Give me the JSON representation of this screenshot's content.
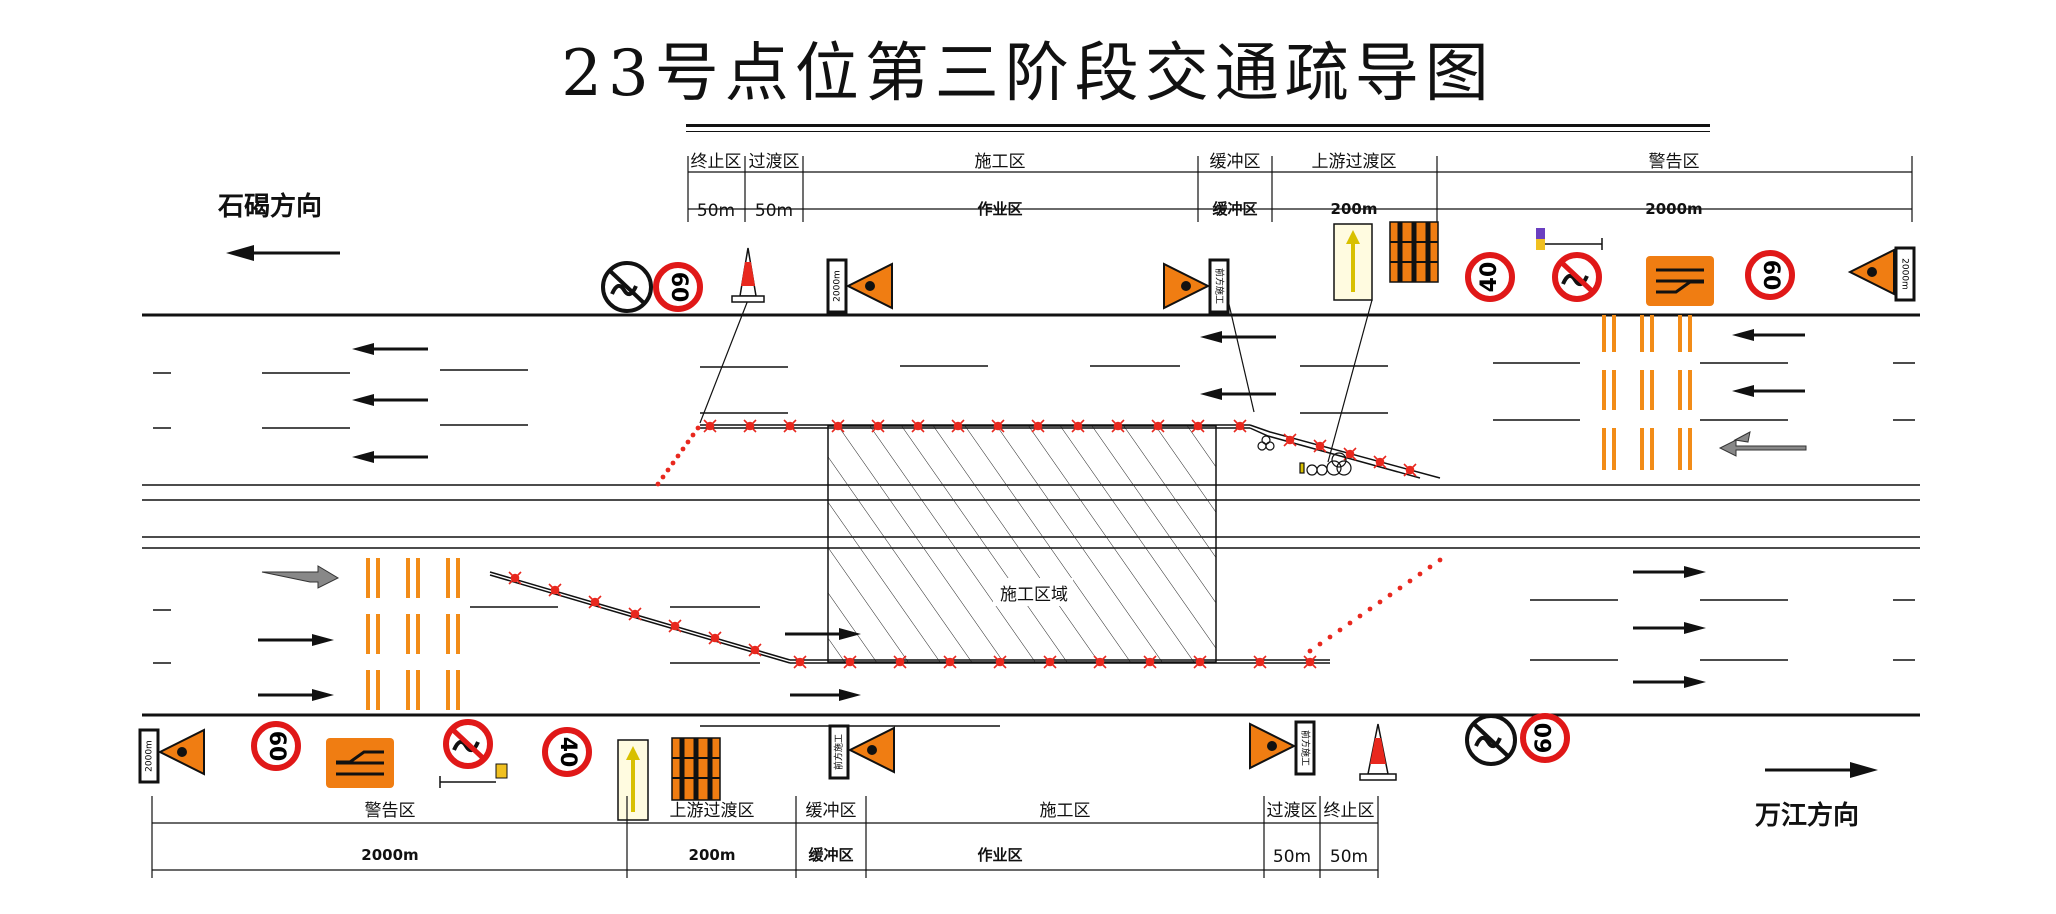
{
  "title": "23号点位第三阶段交通疏导图",
  "directions": {
    "left": "石碣方向",
    "right": "万江方向"
  },
  "work_area_label": "施工区域",
  "top_zones": {
    "row1": [
      "终止区",
      "过渡区",
      "施工区",
      "缓冲区",
      "上游过渡区",
      "警告区"
    ],
    "row2": [
      "50m",
      "50m",
      "作业区",
      "缓冲区",
      "200m",
      "2000m"
    ]
  },
  "bottom_zones": {
    "row1": [
      "警告区",
      "上游过渡区",
      "缓冲区",
      "施工区",
      "过渡区",
      "终止区"
    ],
    "row2": [
      "2000m",
      "200m",
      "缓冲区",
      "作业区",
      "50m",
      "50m"
    ]
  },
  "signs": {
    "speed_limits": [
      "60",
      "40",
      "60",
      "60",
      "40",
      "60"
    ],
    "distance_sign_text": "2000m",
    "front_construction_text": "前方施工"
  },
  "colors": {
    "cone_red": "#e8281e",
    "sign_orange": "#f07d12",
    "sign_red": "#e01818",
    "marking_orange": "#f28c18",
    "line": "#111111"
  }
}
